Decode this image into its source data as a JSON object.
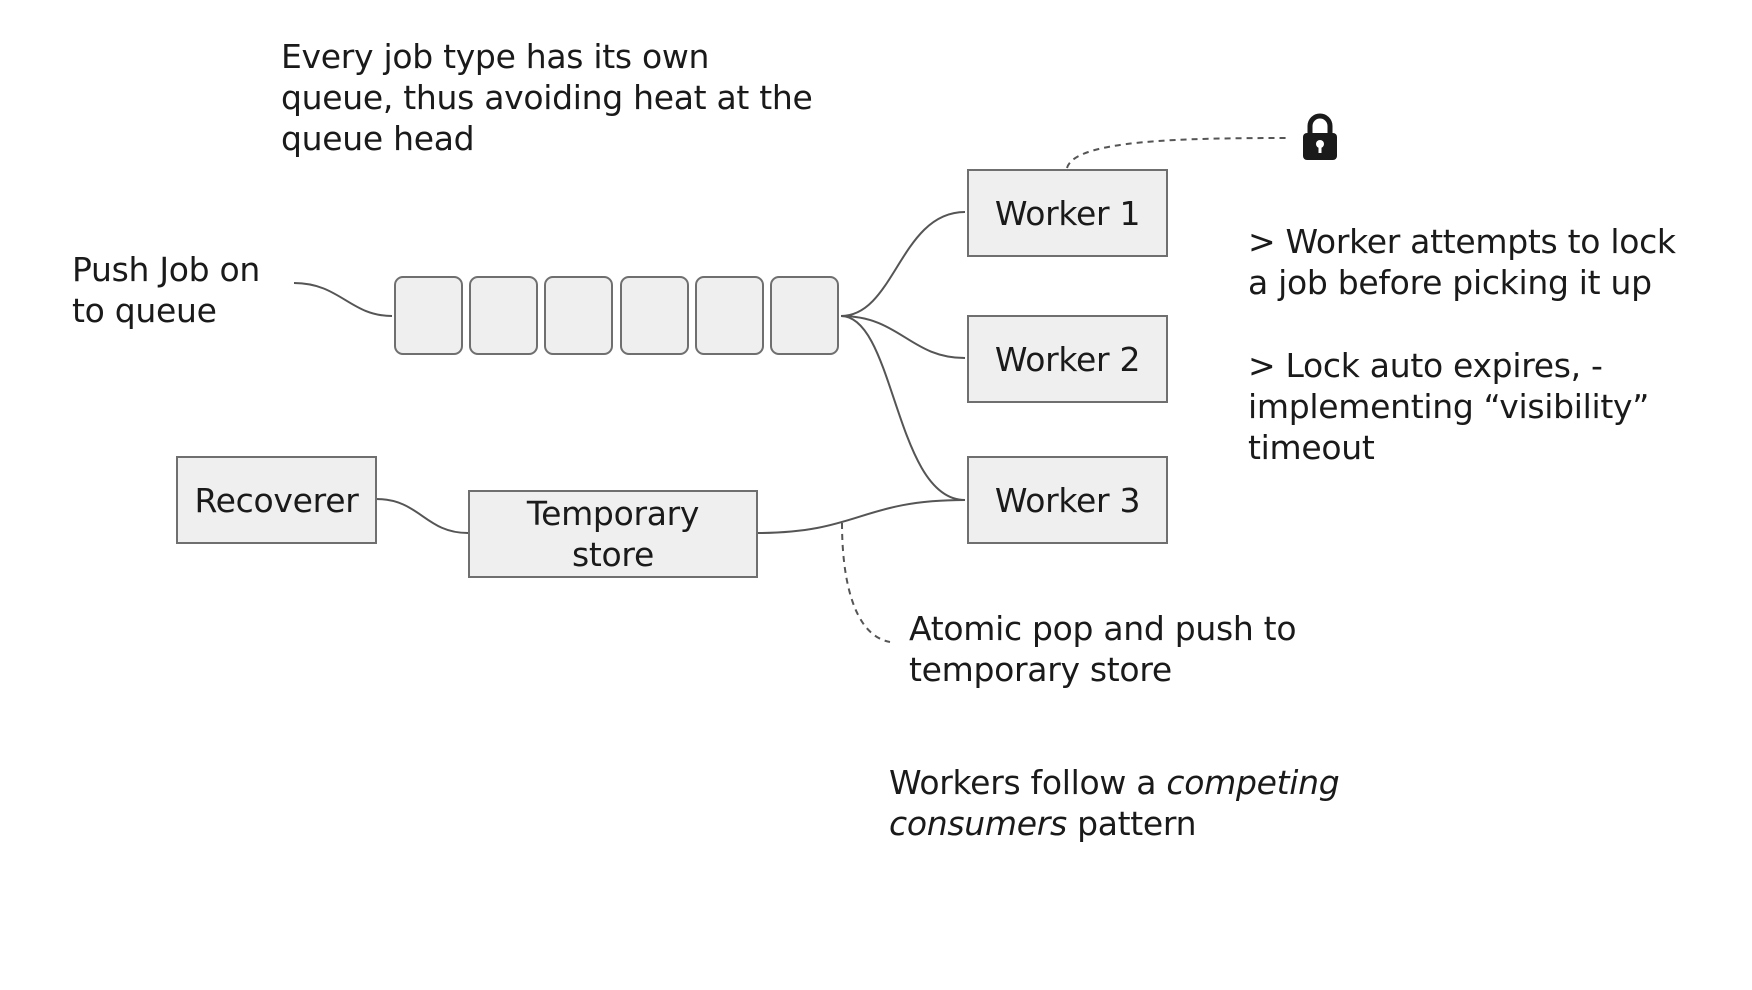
{
  "notes": {
    "queue_note": "Every job type has its own\nqueue, thus avoiding heat at the\nqueue head",
    "push_note": "Push Job on\nto queue",
    "lock_note": "> Worker attempts to lock\na job before picking it up",
    "expire_note": "> Lock auto expires, -\nimplementing “visibility”\ntimeout",
    "atomic_note": "Atomic pop and push to\ntemporary store",
    "pattern_prefix": "Workers follow a ",
    "pattern_emphasis": "competing\nconsumers",
    "pattern_suffix": " pattern"
  },
  "queue": {
    "slots": [
      "",
      "",
      "",
      "",
      "",
      ""
    ]
  },
  "workers": [
    "Worker 1",
    "Worker 2",
    "Worker 3"
  ],
  "recoverer": "Recoverer",
  "temporary_store": "Temporary\nstore",
  "icons": {
    "lock": "lock-icon"
  },
  "colors": {
    "box_fill": "#efefef",
    "box_border": "#6f6f6f",
    "line": "#555555",
    "text": "#1a1a1a"
  }
}
